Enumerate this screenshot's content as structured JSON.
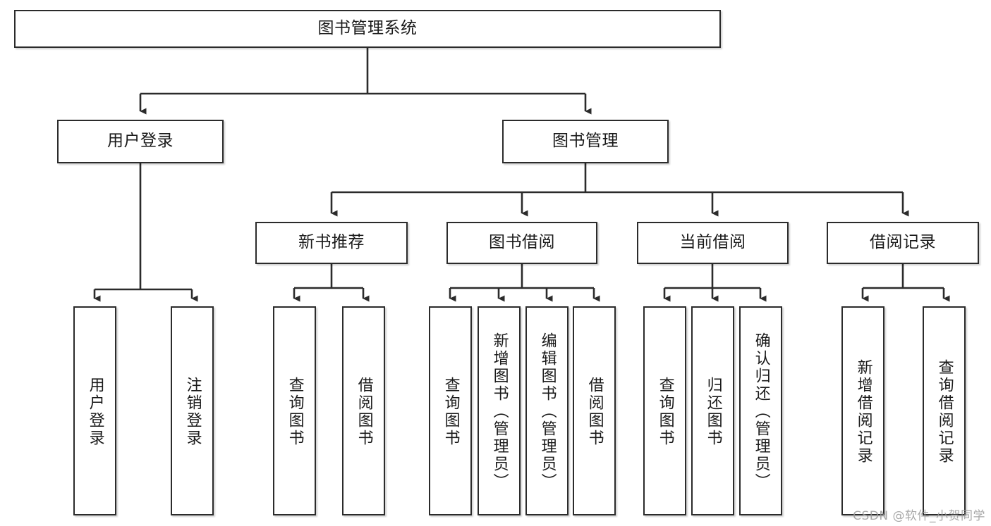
{
  "diagram": {
    "title": "图书管理系统",
    "watermark": "CSDN @软件_小贺同学",
    "type": "tree-hierarchy",
    "orientation": "top-down",
    "nodes": {
      "root": {
        "label": "图书管理系统"
      },
      "level1": [
        {
          "id": "user-login",
          "label": "用户登录"
        },
        {
          "id": "book-management",
          "label": "图书管理"
        }
      ],
      "level2": [
        {
          "id": "new-book-recommend",
          "label": "新书推荐"
        },
        {
          "id": "book-borrow",
          "label": "图书借阅"
        },
        {
          "id": "current-borrow",
          "label": "当前借阅"
        },
        {
          "id": "borrow-record",
          "label": "借阅记录"
        }
      ],
      "leaves": {
        "user_login": [
          {
            "id": "leaf-user-login",
            "label": "用户登录"
          },
          {
            "id": "leaf-logout",
            "label": "注销登录"
          }
        ],
        "new_book_recommend": [
          {
            "id": "leaf-query-book-1",
            "label": "查询图书"
          },
          {
            "id": "leaf-borrow-book-1",
            "label": "借阅图书"
          }
        ],
        "book_borrow": [
          {
            "id": "leaf-query-book-2",
            "label": "查询图书"
          },
          {
            "id": "leaf-add-book",
            "label": "新增图书（管理员）"
          },
          {
            "id": "leaf-edit-book",
            "label": "编辑图书（管理员）"
          },
          {
            "id": "leaf-borrow-book-2",
            "label": "借阅图书"
          }
        ],
        "current_borrow": [
          {
            "id": "leaf-query-book-3",
            "label": "查询图书"
          },
          {
            "id": "leaf-return-book",
            "label": "归还图书"
          },
          {
            "id": "leaf-confirm-return",
            "label": "确认归还（管理员）"
          }
        ],
        "borrow_record": [
          {
            "id": "leaf-add-record",
            "label": "新增借阅记录"
          },
          {
            "id": "leaf-query-record",
            "label": "查询借阅记录"
          }
        ]
      }
    },
    "colors": {
      "border": "#2b2b2b",
      "fill": "#ffffff",
      "text": "#1a1a1a",
      "edge": "#2b2b2b",
      "watermark": "#9a9a9a"
    }
  }
}
